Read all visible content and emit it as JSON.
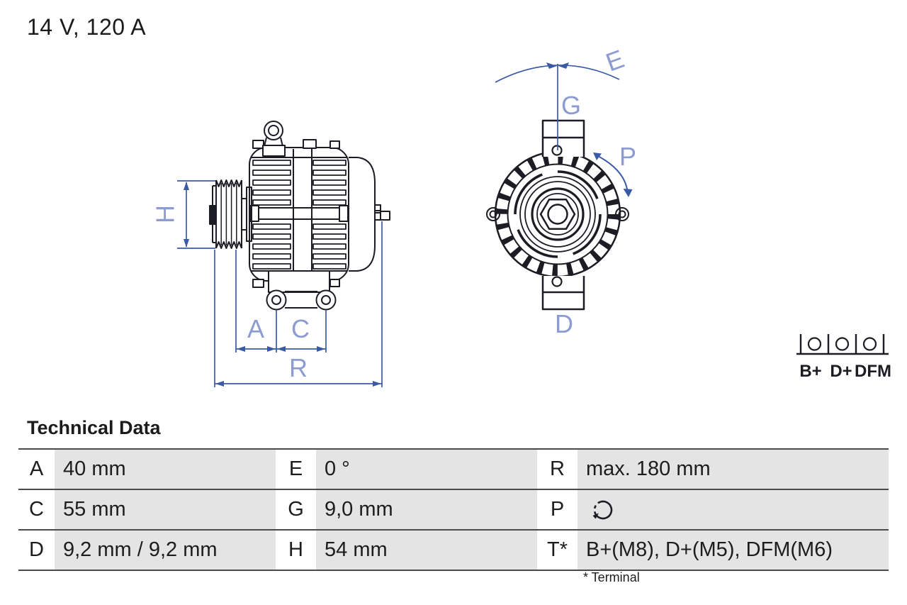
{
  "title": "14 V, 120 A",
  "colors": {
    "ink": "#1c1c24",
    "dimension_line_blue": "#3a5aa6",
    "dimension_label_blue": "#8c9cd2",
    "table_value_bg": "#e4e4e4",
    "table_border": "#4a4a4a"
  },
  "diagram": {
    "side_view": {
      "dims": {
        "h": "H",
        "a": "A",
        "c": "C",
        "r": "R"
      }
    },
    "front_view": {
      "dims": {
        "e": "E",
        "g": "G",
        "p": "P",
        "d": "D"
      }
    },
    "terminal_block": {
      "labels": [
        "B+",
        "D+",
        "DFM"
      ]
    }
  },
  "technical_data": {
    "heading": "Technical Data",
    "rows": [
      {
        "cells": [
          {
            "k": "A",
            "v": "40 mm"
          },
          {
            "k": "E",
            "v": "0 °"
          },
          {
            "k": "R",
            "v": "max. 180 mm"
          }
        ]
      },
      {
        "cells": [
          {
            "k": "C",
            "v": "55 mm"
          },
          {
            "k": "G",
            "v": "9,0 mm"
          },
          {
            "k": "P",
            "v": "",
            "icon": "rotation-direction"
          }
        ]
      },
      {
        "cells": [
          {
            "k": "D",
            "v": "9,2 mm / 9,2 mm"
          },
          {
            "k": "H",
            "v": "54 mm"
          },
          {
            "k": "T*",
            "v": "B+(M8), D+(M5), DFM(M6)"
          }
        ]
      }
    ],
    "footnote": "* Terminal"
  }
}
